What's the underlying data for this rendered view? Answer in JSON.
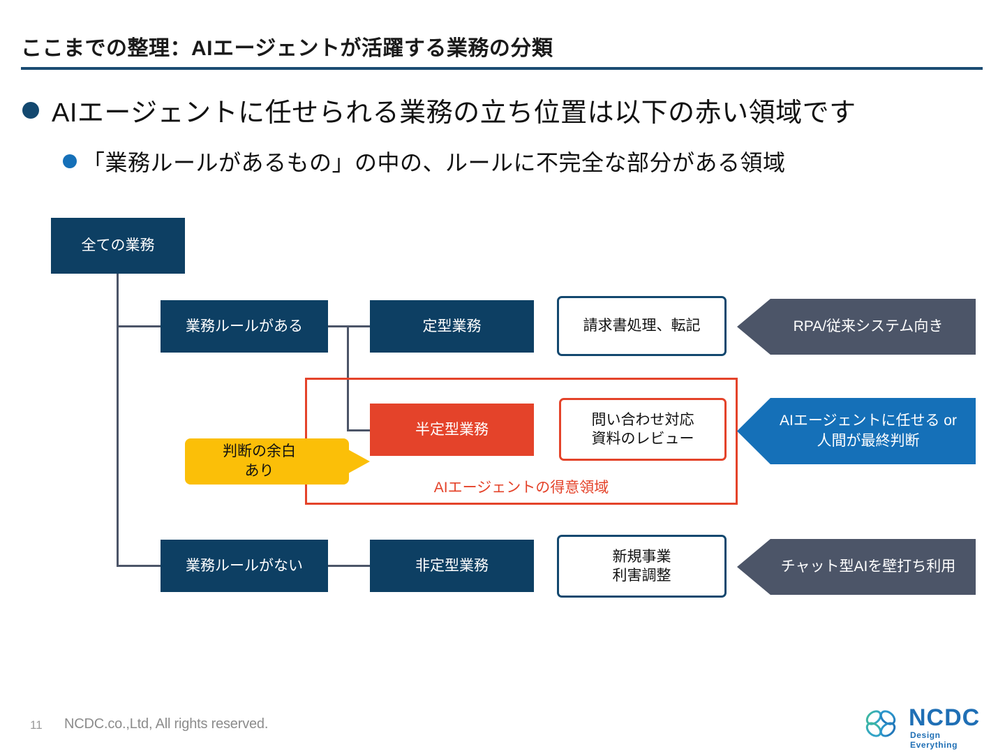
{
  "header": {
    "title": "ここまでの整理：AIエージェントが活躍する業務の分類"
  },
  "bullets": [
    {
      "level": 1,
      "text": "AIエージェントに任せられる業務の立ち位置は以下の赤い領域です"
    },
    {
      "level": 2,
      "text": "「業務ルールがあるもの」の中の、ルールに不完全な部分がある領域"
    }
  ],
  "diagram": {
    "root": "全ての業務",
    "branch_has_rules": "業務ルールがある",
    "branch_no_rules": "業務ルールがない",
    "type_routine": "定型業務",
    "type_semi": "半定型業務",
    "type_nonroutine": "非定型業務",
    "example_routine": "請求書処理、転記",
    "example_semi_line1": "問い合わせ対応",
    "example_semi_line2": "資料のレビュー",
    "example_nonroutine_line1": "新規事業",
    "example_nonroutine_line2": "利害調整",
    "arrow_routine": "RPA/従来システム向き",
    "arrow_semi_line1": "AIエージェントに任せる or",
    "arrow_semi_line2": "人間が最終判断",
    "arrow_nonroutine": "チャット型AIを壁打ち利用",
    "callout_line1": "判断の余白",
    "callout_line2": "あり",
    "region_label": "AIエージェントの得意領域"
  },
  "footer": {
    "page_number": "11",
    "copyright": "NCDC.co.,Ltd, All rights reserved.",
    "logo_name": "NCDC",
    "logo_tagline": "Design Everything"
  },
  "colors": {
    "navy": "#0d3f63",
    "navy_dark": "#13486f",
    "red": "#e4432a",
    "blue": "#1570b8",
    "gray": "#4c5568",
    "yellow": "#fbbf08"
  }
}
